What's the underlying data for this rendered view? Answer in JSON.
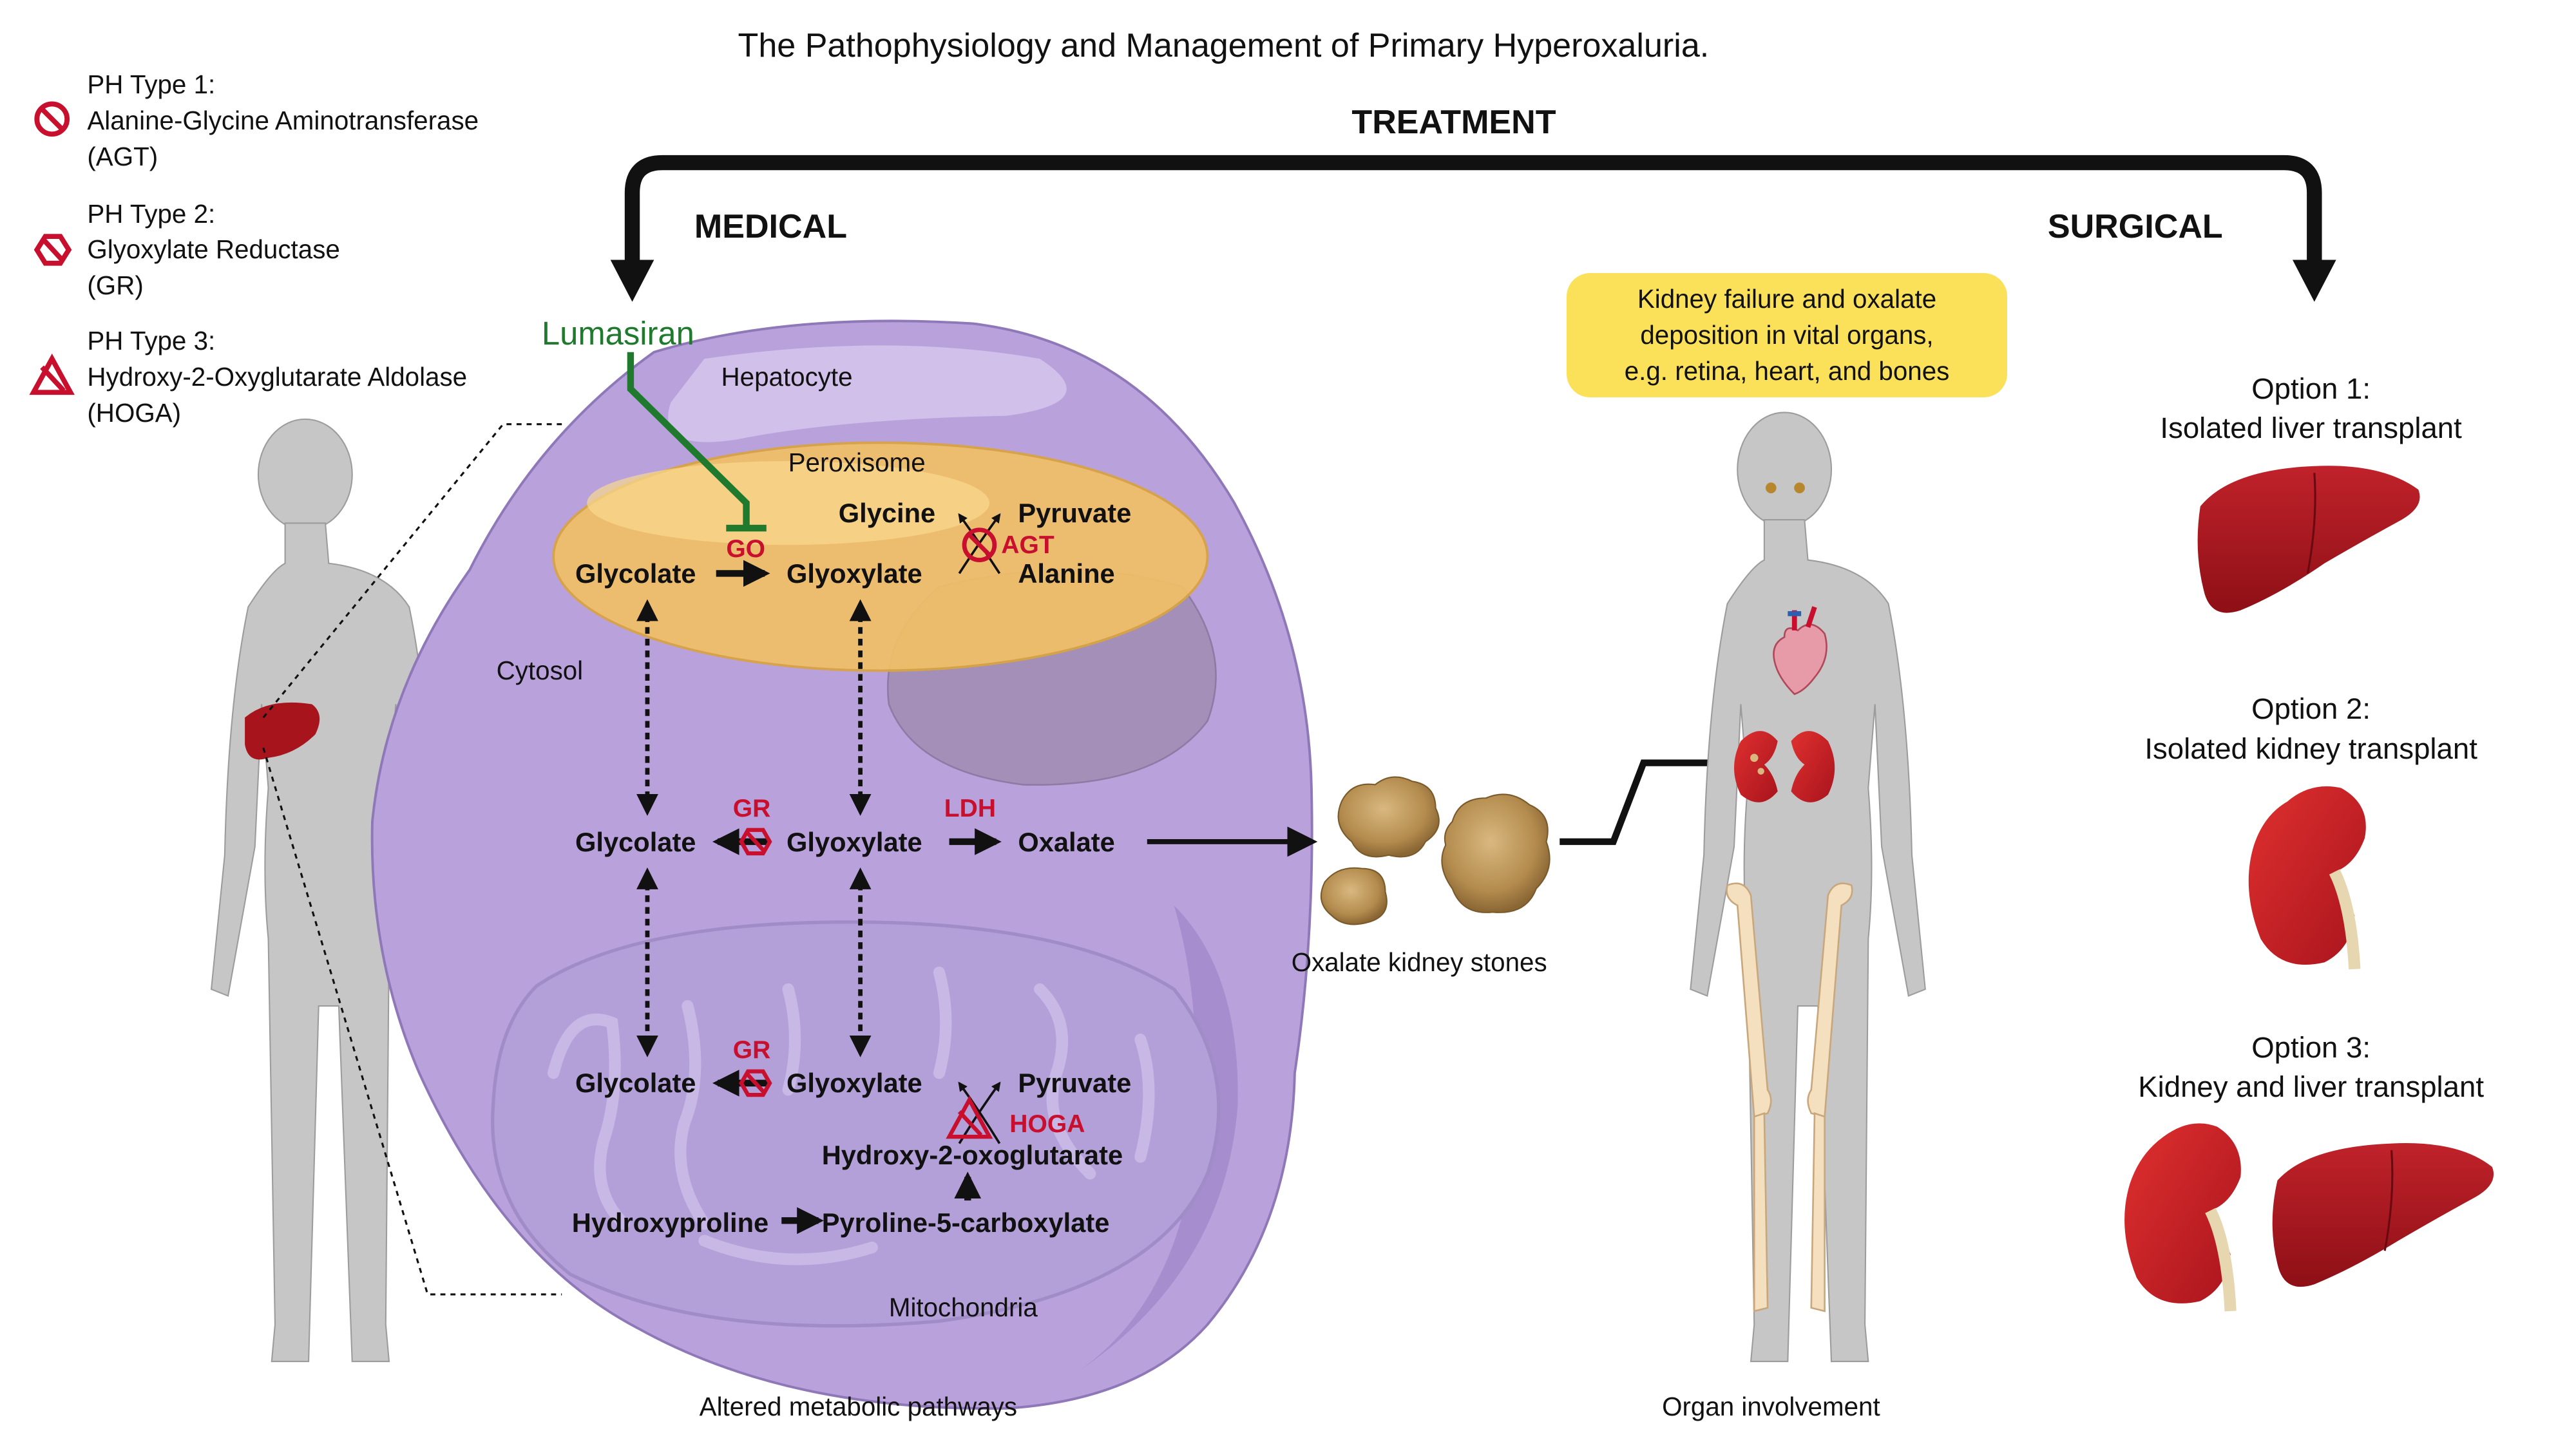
{
  "title": "The Pathophysiology and Management of Primary Hyperoxaluria.",
  "legend": [
    {
      "type": "PH Type 1:",
      "enzyme": "Alanine-Glycine Aminotransferase",
      "abbr": "(AGT)",
      "icon": "no-entry-circle-icon"
    },
    {
      "type": "PH Type 2:",
      "enzyme": "Glyoxylate Reductase",
      "abbr": "(GR)",
      "icon": "no-entry-hexagon-icon"
    },
    {
      "type": "PH Type 3:",
      "enzyme": "Hydroxy-2-Oxyglutarate Aldolase",
      "abbr": "(HOGA)",
      "icon": "no-entry-triangle-icon"
    }
  ],
  "treatment": {
    "label": "TREATMENT",
    "medical": "MEDICAL",
    "surgical": "SURGICAL",
    "drug": "Lumasiran"
  },
  "cell": {
    "hepatocyte": "Hepatocyte",
    "peroxisome": "Peroxisome",
    "cytosol": "Cytosol",
    "mitochondria": "Mitochondria"
  },
  "metabolites": {
    "perox_glycolate": "Glycolate",
    "perox_glyoxylate": "Glyoxylate",
    "glycine": "Glycine",
    "pyruvate_top": "Pyruvate",
    "alanine": "Alanine",
    "cyto_glycolate": "Glycolate",
    "cyto_glyoxylate": "Glyoxylate",
    "oxalate": "Oxalate",
    "mito_glycolate": "Glycolate",
    "mito_glyoxylate": "Glyoxylate",
    "pyruvate_bottom": "Pyruvate",
    "hydroxy_oxoglutarate": "Hydroxy-2-oxoglutarate",
    "hydroxyproline": "Hydroxyproline",
    "pyroline": "Pyroline-5-carboxylate"
  },
  "enzymes": {
    "go": "GO",
    "agt": "AGT",
    "gr_cytosol": "GR",
    "ldh": "LDH",
    "gr_mito": "GR",
    "hoga": "HOGA"
  },
  "stones_label": "Oxalate kidney stones",
  "callout": {
    "line1": "Kidney failure and oxalate",
    "line2": "deposition in vital organs,",
    "line3": "e.g. retina, heart, and bones"
  },
  "options": [
    {
      "title": "Option 1:",
      "desc": "Isolated liver transplant"
    },
    {
      "title": "Option 2:",
      "desc": "Isolated kidney transplant"
    },
    {
      "title": "Option 3:",
      "desc": "Kidney and liver transplant"
    }
  ],
  "captions": {
    "metabolic": "Altered metabolic pathways",
    "organ": "Organ involvement"
  },
  "colors": {
    "inhibitor_red": "#c8102e",
    "lumasiran_green": "#1f7a2e",
    "cell_purple": "#b9a2dc",
    "peroxisome_gold": "#f2c066",
    "callout_yellow": "#fbe15a",
    "liver_red": "#a8141c",
    "body_gray": "#c6c6c6"
  }
}
